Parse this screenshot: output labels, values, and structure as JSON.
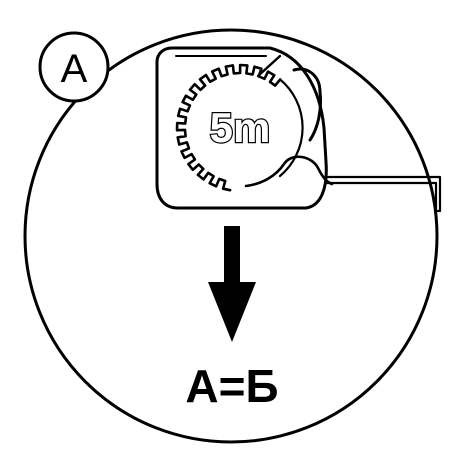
{
  "step_badge": {
    "letter": "A"
  },
  "tape_measure": {
    "size_label": "5m"
  },
  "arrow": {
    "direction": "down"
  },
  "result": {
    "equation": "А=Б"
  },
  "colors": {
    "ink": "#000000",
    "background": "#ffffff"
  }
}
